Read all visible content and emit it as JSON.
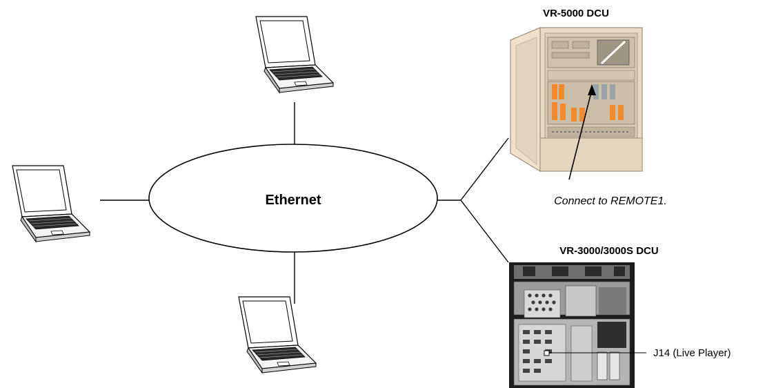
{
  "network": {
    "label": "Ethernet"
  },
  "vr5000": {
    "title": "VR-5000 DCU",
    "note": "Connect to REMOTE1."
  },
  "vr3000": {
    "title": "VR-3000/3000S DCU",
    "connector": "J14 (Live Player)"
  },
  "icons": {
    "laptops": [
      "laptop-icon",
      "laptop-icon",
      "laptop-icon"
    ],
    "vr5000_cabinet": "cabinet-photo",
    "vr3000_cabinet": "cabinet-photo"
  },
  "colors": {
    "line": "#000000",
    "cabinet_beige": "#e8d9c2",
    "orange_module": "#f08a2c"
  }
}
